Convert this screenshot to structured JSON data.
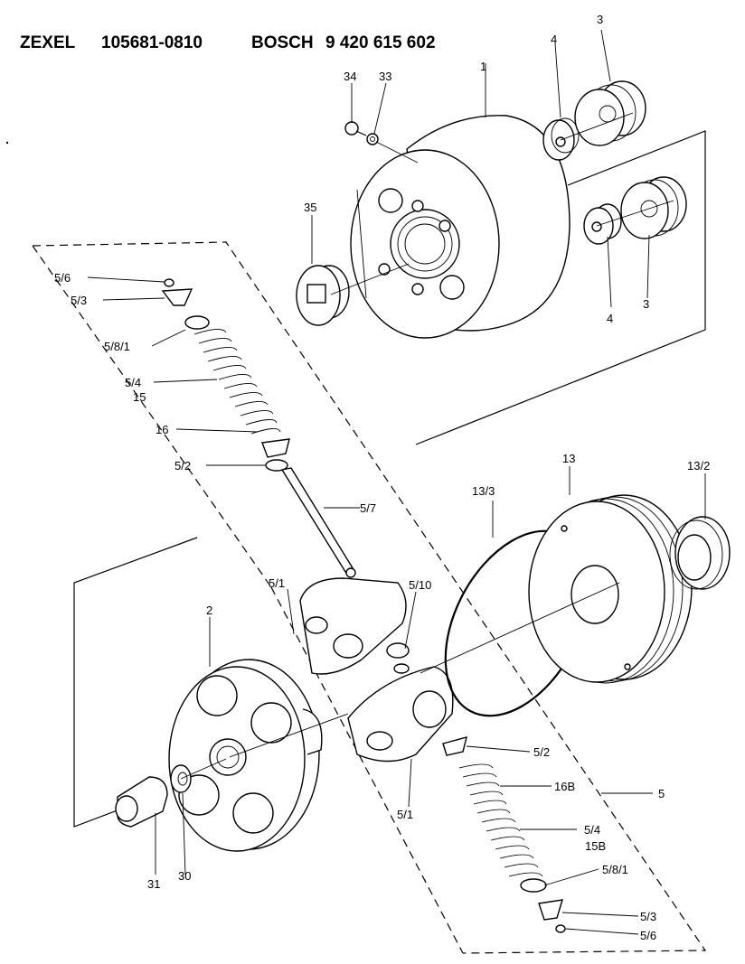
{
  "header": {
    "brand1": "ZEXEL",
    "code1": "105681-0810",
    "brand2": "BOSCH",
    "code2": "9 420 615 602"
  },
  "labels": {
    "l1": "1",
    "l2": "2",
    "l3a": "3",
    "l3b": "3",
    "l4a": "4",
    "l4b": "4",
    "l5": "5",
    "l13": "13",
    "l13_2": "13/2",
    "l13_3": "13/3",
    "l15": "15",
    "l15b": "15B",
    "l16": "16",
    "l16b": "16B",
    "l30": "30",
    "l31": "31",
    "l33": "33",
    "l34": "34",
    "l35": "35",
    "l5_1a": "5/1",
    "l5_1b": "5/1",
    "l5_2a": "5/2",
    "l5_2b": "5/2",
    "l5_3a": "5/3",
    "l5_3b": "5/3",
    "l5_4a": "5/4",
    "l5_4b": "5/4",
    "l5_6a": "5/6",
    "l5_6b": "5/6",
    "l5_7": "5/7",
    "l5_8_1a": "5/8/1",
    "l5_8_1b": "5/8/1",
    "l5_10": "5/10"
  }
}
